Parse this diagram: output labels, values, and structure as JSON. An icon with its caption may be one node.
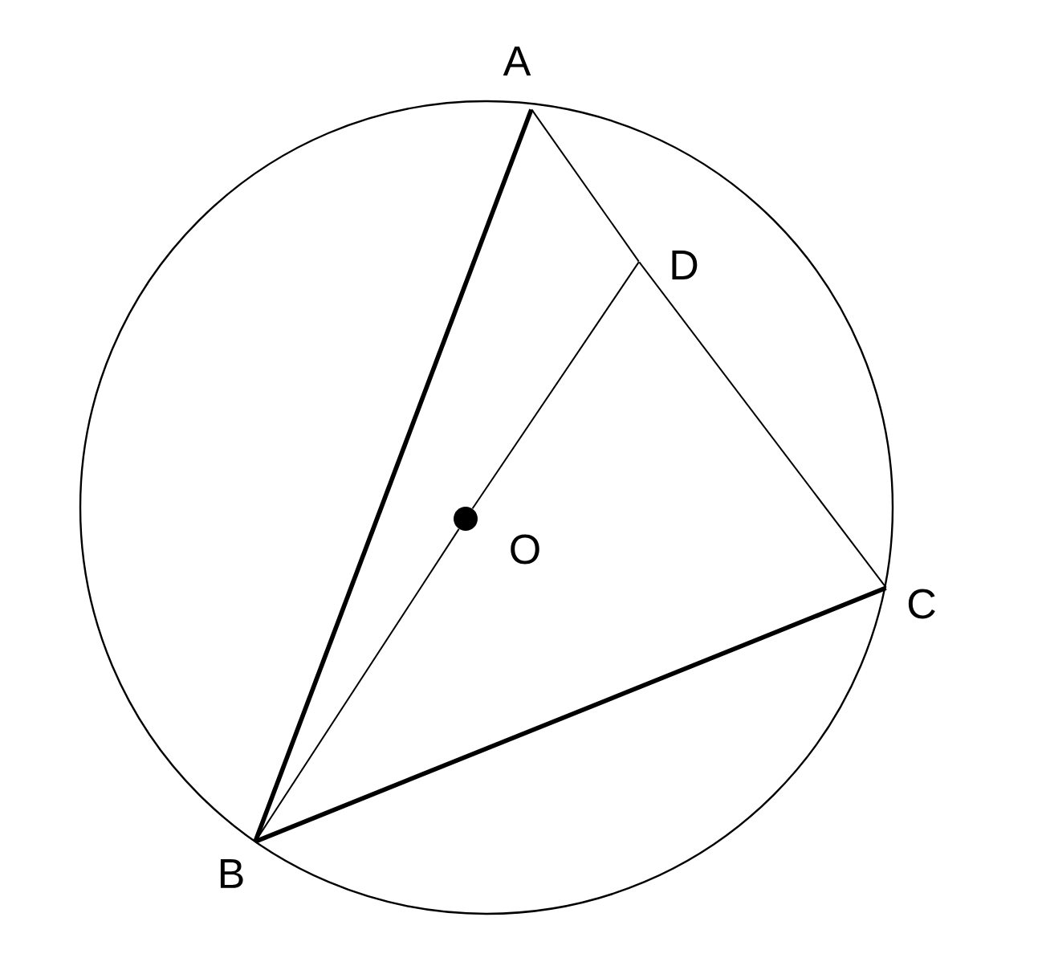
{
  "diagram": {
    "nodes": [
      {
        "text": [],
        "shape": "point",
        "beside": [
          "A"
        ]
      },
      {
        "text": [],
        "shape": "point",
        "beside": [
          "B"
        ]
      },
      {
        "text": [],
        "shape": "point",
        "beside": [
          "C"
        ]
      },
      {
        "text": [],
        "shape": "point",
        "beside": [
          "D"
        ]
      },
      {
        "text": [],
        "shape": "circle",
        "beside": [
          "O"
        ]
      }
    ],
    "edges": [
      {
        "from": 0,
        "to": 1,
        "arrow": "none",
        "style": "thick"
      },
      {
        "from": 0,
        "to": 3,
        "arrow": "none"
      },
      {
        "from": 3,
        "to": 2,
        "arrow": "none"
      },
      {
        "from": 1,
        "to": 2,
        "arrow": "none",
        "style": "thick"
      },
      {
        "from": 1,
        "to": 4,
        "arrow": "none"
      },
      {
        "from": 4,
        "to": 3,
        "arrow": "none"
      }
    ]
  }
}
